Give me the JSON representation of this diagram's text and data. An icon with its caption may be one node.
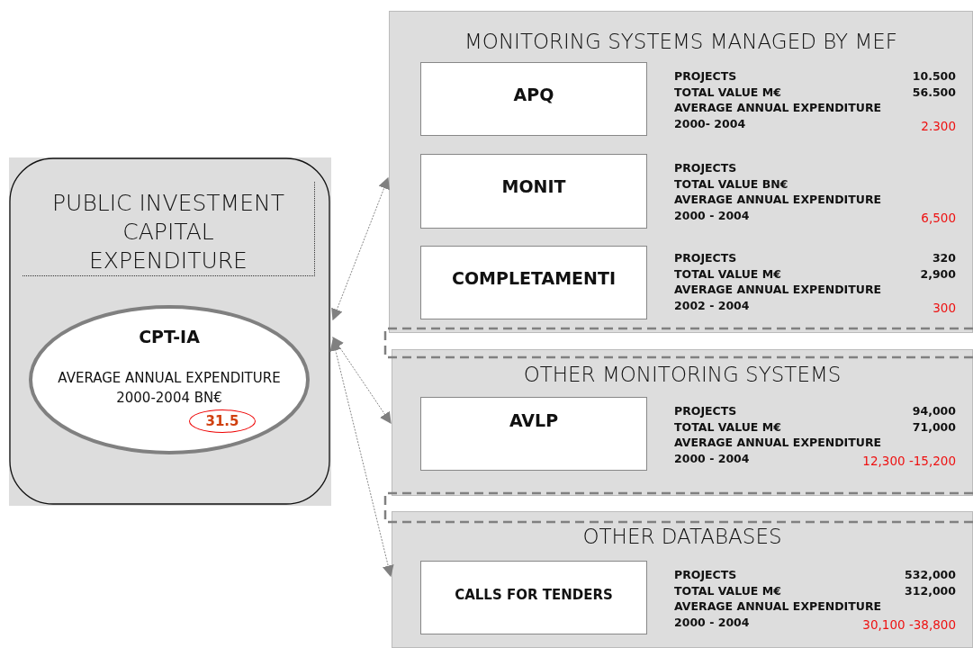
{
  "diagram": {
    "nodes": [
      {
        "text": [
          "PUBLIC INVESTMENT CAPITAL EXPENDITURE"
        ]
      },
      {
        "text": [
          "CPT-IA",
          "AVERAGE ANNUAL EXPENDITURE 2000-2004 BN€",
          "31.5"
        ],
        "in": 0
      },
      {
        "text": [
          "MONITORING SYSTEMS MANAGED BY MEF"
        ]
      },
      {
        "text": [
          "APQ"
        ],
        "in": 2,
        "beside": [
          "PROJECTS",
          "10.500",
          "TOTAL VALUE M€",
          "56.500",
          "AVERAGE ANNUAL EXPENDITURE",
          "2000- 2004",
          "2.300"
        ]
      },
      {
        "text": [
          "MONIT"
        ],
        "in": 2,
        "beside": [
          "PROJECTS",
          "TOTAL VALUE BN€",
          "AVERAGE ANNUAL EXPENDITURE",
          "2000 - 2004",
          "6,500"
        ]
      },
      {
        "text": [
          "COMPLETAMENTI"
        ],
        "in": 2,
        "beside": [
          "PROJECTS",
          "320",
          "TOTAL VALUE M€",
          "2,900",
          "AVERAGE ANNUAL EXPENDITURE",
          "2002 - 2004",
          "300"
        ]
      },
      {
        "text": [
          "OTHER MONITORING SYSTEMS"
        ]
      },
      {
        "text": [
          "AVLP"
        ],
        "in": 6,
        "beside": [
          "PROJECTS",
          "94,000",
          "TOTAL VALUE M€",
          "71,000",
          "AVERAGE ANNUAL EXPENDITURE",
          "2000 - 2004",
          "12,300 -15,200"
        ]
      },
      {
        "text": [
          "OTHER DATABASES"
        ]
      },
      {
        "text": [
          "CALLS FOR TENDERS"
        ],
        "in": 8,
        "beside": [
          "PROJECTS",
          "532,000",
          "TOTAL VALUE M€",
          "312,000",
          "AVERAGE ANNUAL EXPENDITURE",
          "2000 - 2004",
          "30,100 -38,800"
        ]
      }
    ],
    "edges": [
      {
        "from": 0,
        "to": 2,
        "arrow": "both",
        "style": "dashed"
      },
      {
        "from": 0,
        "to": 6,
        "arrow": "both",
        "style": "dashed"
      },
      {
        "from": 0,
        "to": 8,
        "arrow": "both",
        "style": "dashed"
      }
    ]
  }
}
